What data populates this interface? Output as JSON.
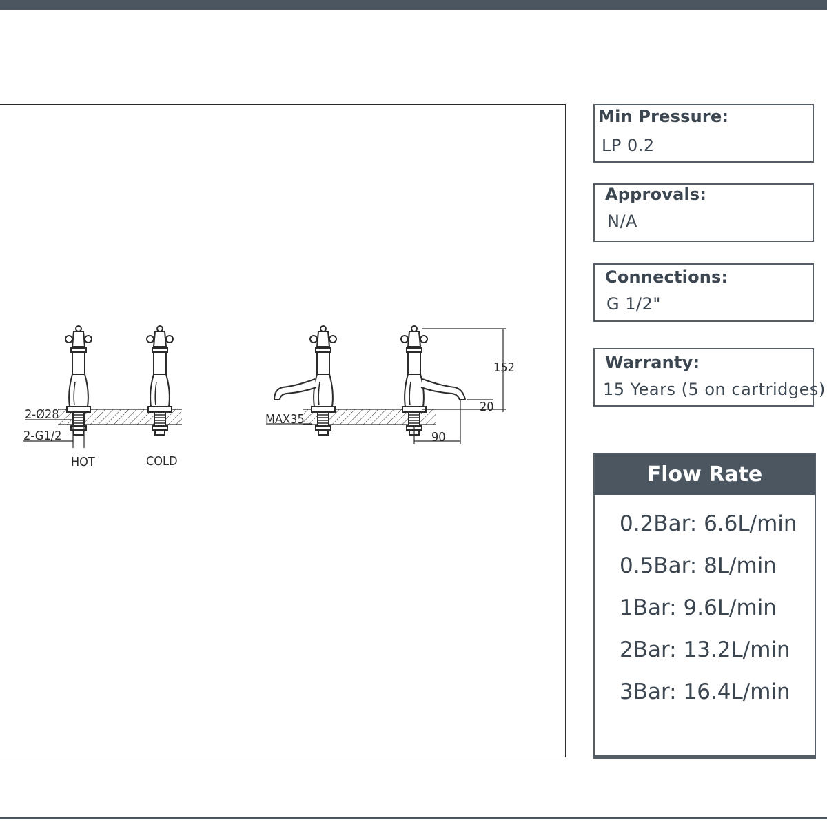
{
  "colors": {
    "header_bar": "#4b5660",
    "text": "#3c4650",
    "line": "#2b2b2b",
    "border": "#555e66"
  },
  "drawing": {
    "labels": {
      "diameter": "2-Ø28",
      "thread": "2-G1/2",
      "hot": "HOT",
      "cold": "COLD",
      "max_thickness": "MAX35",
      "height": "152",
      "spout_height": "20",
      "spout_reach": "90"
    }
  },
  "specs": {
    "min_pressure": {
      "label": "Min Pressure:",
      "value": "LP 0.2"
    },
    "approvals": {
      "label": "Approvals:",
      "value": "N/A"
    },
    "connections": {
      "label": "Connections:",
      "value": "G 1/2\""
    },
    "warranty": {
      "label": "Warranty:",
      "value": "15 Years (5 on cartridges)"
    }
  },
  "flow_rate": {
    "title": "Flow Rate",
    "rows": [
      "0.2Bar: 6.6L/min",
      "0.5Bar: 8L/min",
      "1Bar: 9.6L/min",
      "2Bar: 13.2L/min",
      "3Bar: 16.4L/min"
    ]
  }
}
